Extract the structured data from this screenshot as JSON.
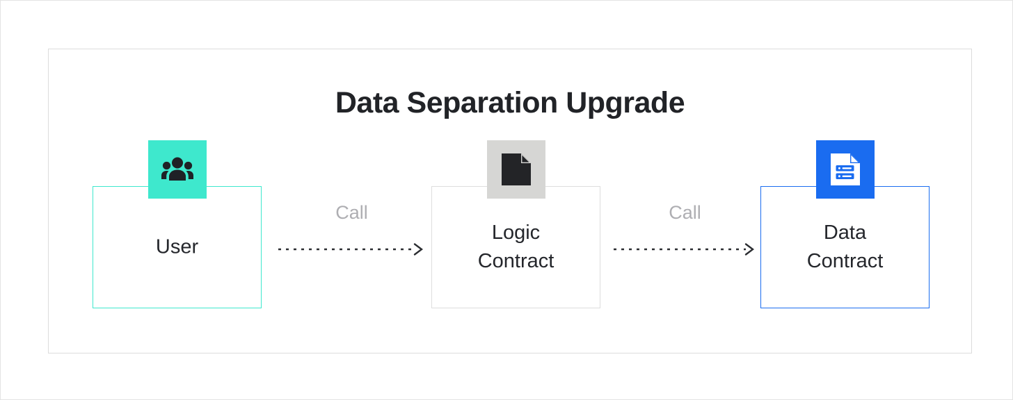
{
  "diagram": {
    "title": "Data Separation Upgrade",
    "type": "flow",
    "colors": {
      "user_accent": "#3EE8CD",
      "logic_accent": "#D6D6D4",
      "data_accent": "#1A6CF0",
      "frame_border": "#DCDCDC",
      "label_text": "#24262B",
      "connector_label": "#AEAEB2",
      "page_background": "#FFFFFF"
    },
    "nodes": [
      {
        "id": "user",
        "label": "User",
        "icon": "users-group-icon",
        "accent": "#3EE8CD",
        "border_color": "#3EE8CD"
      },
      {
        "id": "logic-contract",
        "label": "Logic\nContract",
        "icon": "document-file-icon",
        "accent": "#D6D6D4",
        "border_color": "#DDDDDD"
      },
      {
        "id": "data-contract",
        "label": "Data\nContract",
        "icon": "document-data-icon",
        "accent": "#1A6CF0",
        "border_color": "#1A6CF0"
      }
    ],
    "connectors": [
      {
        "id": "user-to-logic",
        "label": "Call",
        "from": "user",
        "to": "logic-contract",
        "style": "dashed",
        "arrowhead": "open"
      },
      {
        "id": "logic-to-data",
        "label": "Call",
        "from": "logic-contract",
        "to": "data-contract",
        "style": "dashed",
        "arrowhead": "open"
      }
    ]
  }
}
